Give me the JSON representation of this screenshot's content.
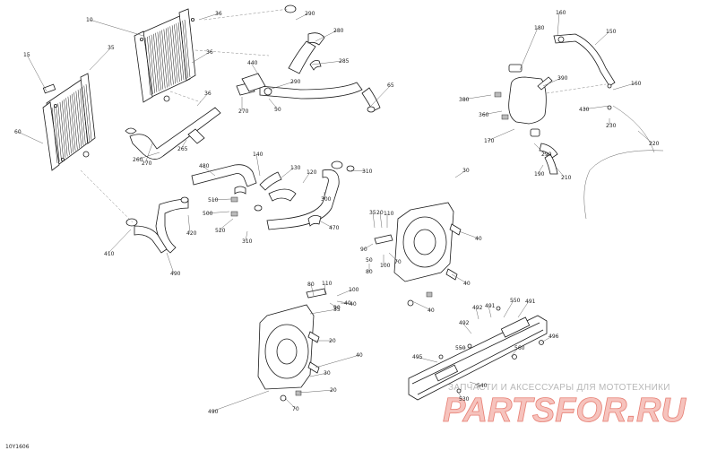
{
  "diagram": {
    "code": "10Y1606",
    "watermark": {
      "caption": "ЗАПЧАСТИ И АКСЕССУАРЫ ДЛЯ МОТОТЕХНИКИ",
      "logo": "PARTSFOR.RU"
    },
    "callouts": [
      "10",
      "36",
      "35",
      "15",
      "36",
      "270",
      "260",
      "265",
      "290",
      "280",
      "285",
      "440",
      "290",
      "270",
      "50",
      "65",
      "60",
      "36",
      "180",
      "160",
      "150",
      "380",
      "390",
      "360",
      "430",
      "160",
      "230",
      "170",
      "290",
      "220",
      "190",
      "210",
      "480",
      "140",
      "130",
      "120",
      "310",
      "510",
      "500",
      "520",
      "420",
      "310",
      "300",
      "470",
      "410",
      "490",
      "35",
      "20",
      "110",
      "40",
      "90",
      "100",
      "70",
      "80",
      "50",
      "40",
      "30",
      "40",
      "20",
      "35",
      "70",
      "80",
      "110",
      "100",
      "90",
      "40",
      "40",
      "40",
      "30",
      "20",
      "490",
      "550",
      "492",
      "491",
      "492",
      "491",
      "550",
      "495",
      "496",
      "540",
      "560",
      "530"
    ]
  }
}
